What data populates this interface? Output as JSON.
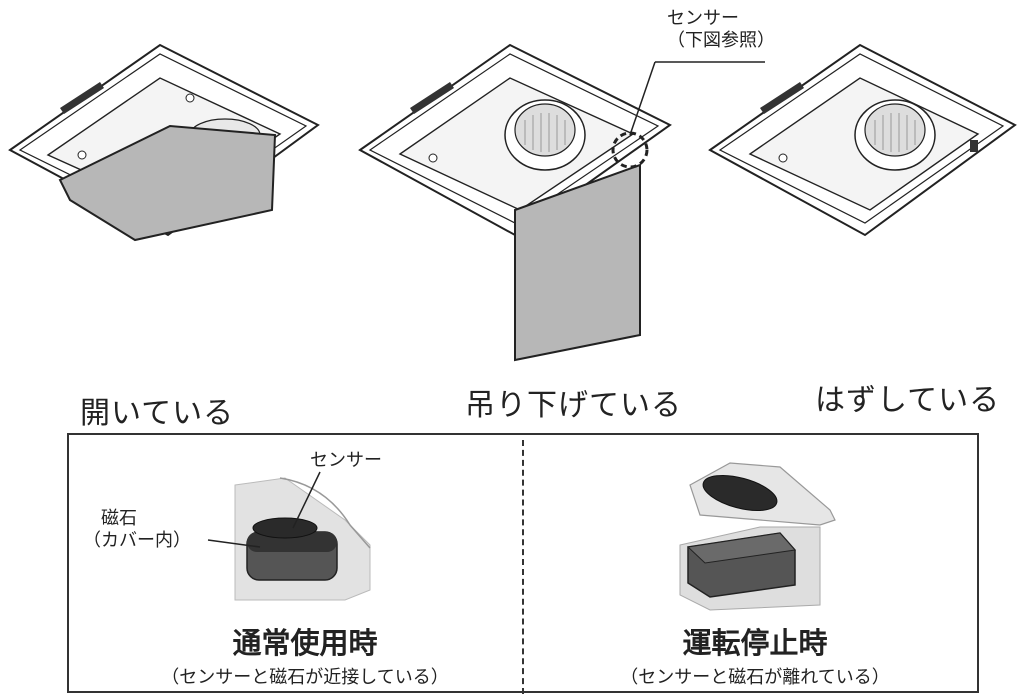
{
  "top_states": [
    {
      "label": "開いている"
    },
    {
      "label": "吊り下げている"
    },
    {
      "label": "はずしている"
    }
  ],
  "sensor_callout": {
    "line1": "センサー",
    "line2": "（下図参照）"
  },
  "panel_left": {
    "sensor_label": "センサー",
    "magnet_label_1": "磁石",
    "magnet_label_2": "（カバー内）",
    "title": "通常使用時",
    "subtitle": "（センサーと磁石が近接している）"
  },
  "panel_right": {
    "title": "運転停止時",
    "subtitle": "（センサーと磁石が離れている）"
  }
}
